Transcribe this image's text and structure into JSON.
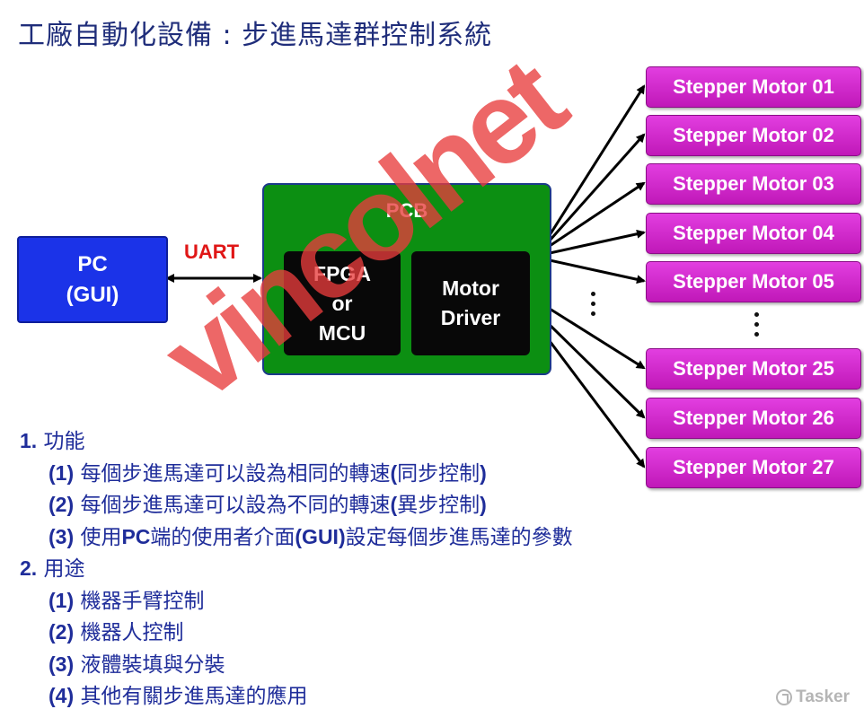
{
  "title": "工廠自動化設備 : 步進馬達群控制系統",
  "diagram": {
    "pc": {
      "line1": "PC",
      "line2": "(GUI)"
    },
    "link_label": "UART",
    "pcb": {
      "label": "PCB",
      "chip1": {
        "line1": "FPGA",
        "line2": "or",
        "line3": "MCU"
      },
      "chip2": {
        "line1": "Motor",
        "line2": "Driver"
      }
    },
    "motors": [
      "Stepper Motor 01",
      "Stepper Motor 02",
      "Stepper Motor 03",
      "Stepper Motor 04",
      "Stepper Motor 05",
      "Stepper Motor 25",
      "Stepper Motor 26",
      "Stepper Motor 27"
    ]
  },
  "notes": {
    "section1": {
      "num": "1.",
      "heading": "功能",
      "items": [
        {
          "num": "(1)",
          "pre": "每個步進馬達可以設為相同的轉速",
          "paren": "(",
          "mid": "同步控制",
          "close": ")"
        },
        {
          "num": "(2)",
          "pre": "每個步進馬達可以設為不同的轉速",
          "paren": "(",
          "mid": "異步控制",
          "close": ")"
        }
      ],
      "item3": {
        "num": "(3)",
        "a": "使用",
        "b": "PC",
        "c": "端的使用者介面",
        "d": "(GUI)",
        "e": "設定每個步進馬達的參數"
      }
    },
    "section2": {
      "num": "2.",
      "heading": "用途",
      "items": [
        {
          "num": "(1)",
          "text": "機器手臂控制"
        },
        {
          "num": "(2)",
          "text": "機器人控制"
        },
        {
          "num": "(3)",
          "text": "液體裝填與分裝"
        },
        {
          "num": "(4)",
          "text": "其他有關步進馬達的應用"
        }
      ]
    }
  },
  "watermark": "vincolnet",
  "brand": "Tasker"
}
